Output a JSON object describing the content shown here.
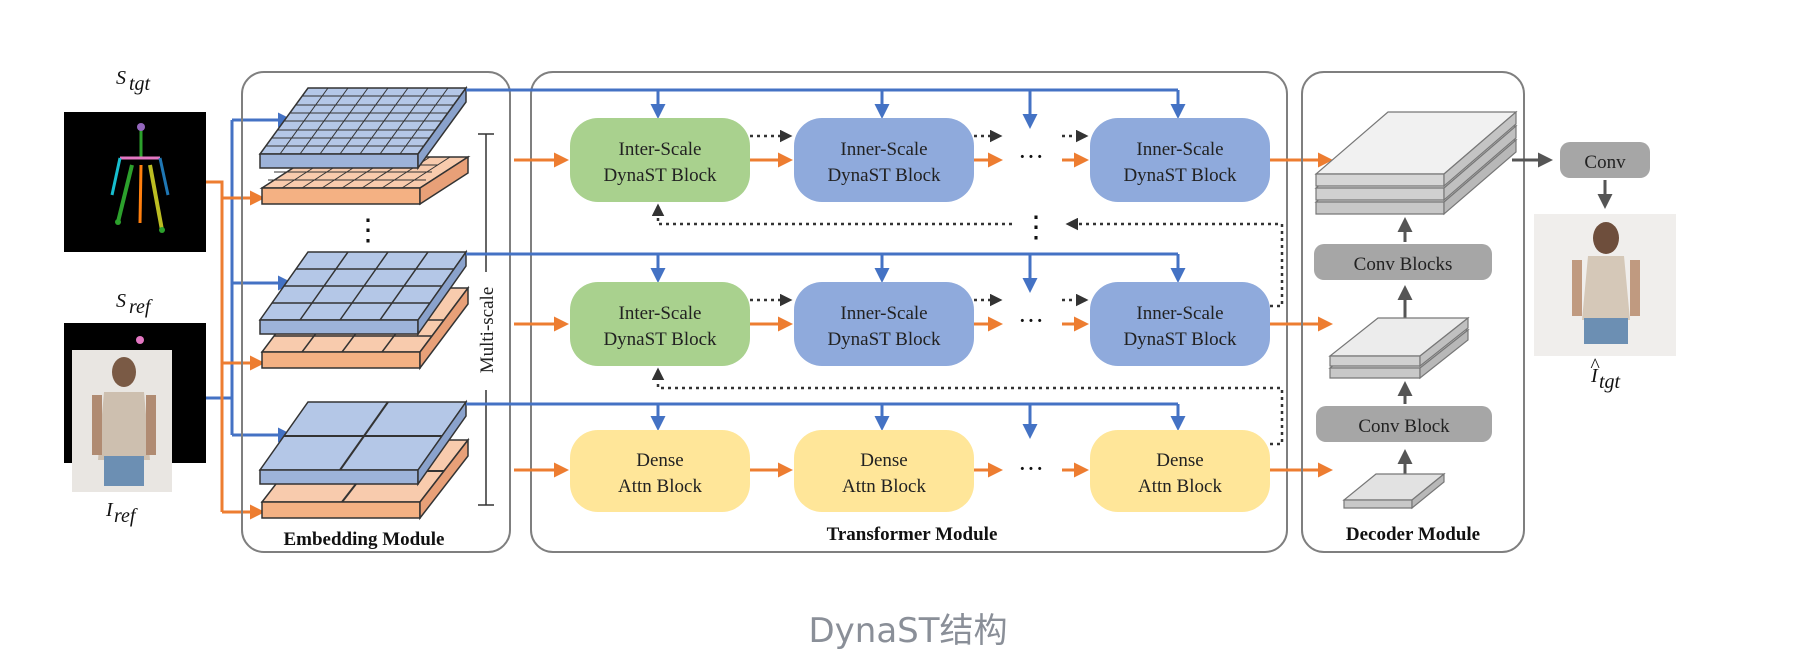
{
  "figure": {
    "caption": "DynaST结构",
    "colors": {
      "blue_arrow": "#4472c4",
      "orange_arrow": "#ed7d31",
      "green_block": "#a9d18e",
      "blue_block": "#8faadc",
      "yellow_block": "#ffe699",
      "gray_block": "#a6a6a6",
      "module_border": "#7f7f7f",
      "caption_text": "#8a8f98"
    },
    "inputs": {
      "s_tgt": "S",
      "s_tgt_sub": "tgt",
      "s_ref": "S",
      "s_ref_sub": "ref",
      "i_ref": "I",
      "i_ref_sub": "ref"
    },
    "embedding": {
      "title": "Embedding Module",
      "multiscale_label": "Multi-scale",
      "ellipsis": "⋮"
    },
    "transformer": {
      "title": "Transformer Module",
      "rows": [
        {
          "b1_l1": "Inter-Scale",
          "b1_l2": "DynaST Block",
          "b2_l1": "Inner-Scale",
          "b2_l2": "DynaST Block",
          "b3_l1": "Inner-Scale",
          "b3_l2": "DynaST Block"
        },
        {
          "b1_l1": "Inter-Scale",
          "b1_l2": "DynaST Block",
          "b2_l1": "Inner-Scale",
          "b2_l2": "DynaST Block",
          "b3_l1": "Inner-Scale",
          "b3_l2": "DynaST Block"
        },
        {
          "b1_l1": "Dense",
          "b1_l2": "Attn Block",
          "b2_l1": "Dense",
          "b2_l2": "Attn Block",
          "b3_l1": "Dense",
          "b3_l2": "Attn Block"
        }
      ],
      "ellipsis_h": "···",
      "ellipsis_v": "⋮"
    },
    "decoder": {
      "title": "Decoder Module",
      "conv_blocks": "Conv Blocks",
      "conv_block": "Conv Block"
    },
    "output": {
      "conv": "Conv",
      "i_tgt": "I",
      "i_tgt_sub": "tgt",
      "i_tgt_hat": "^"
    }
  }
}
